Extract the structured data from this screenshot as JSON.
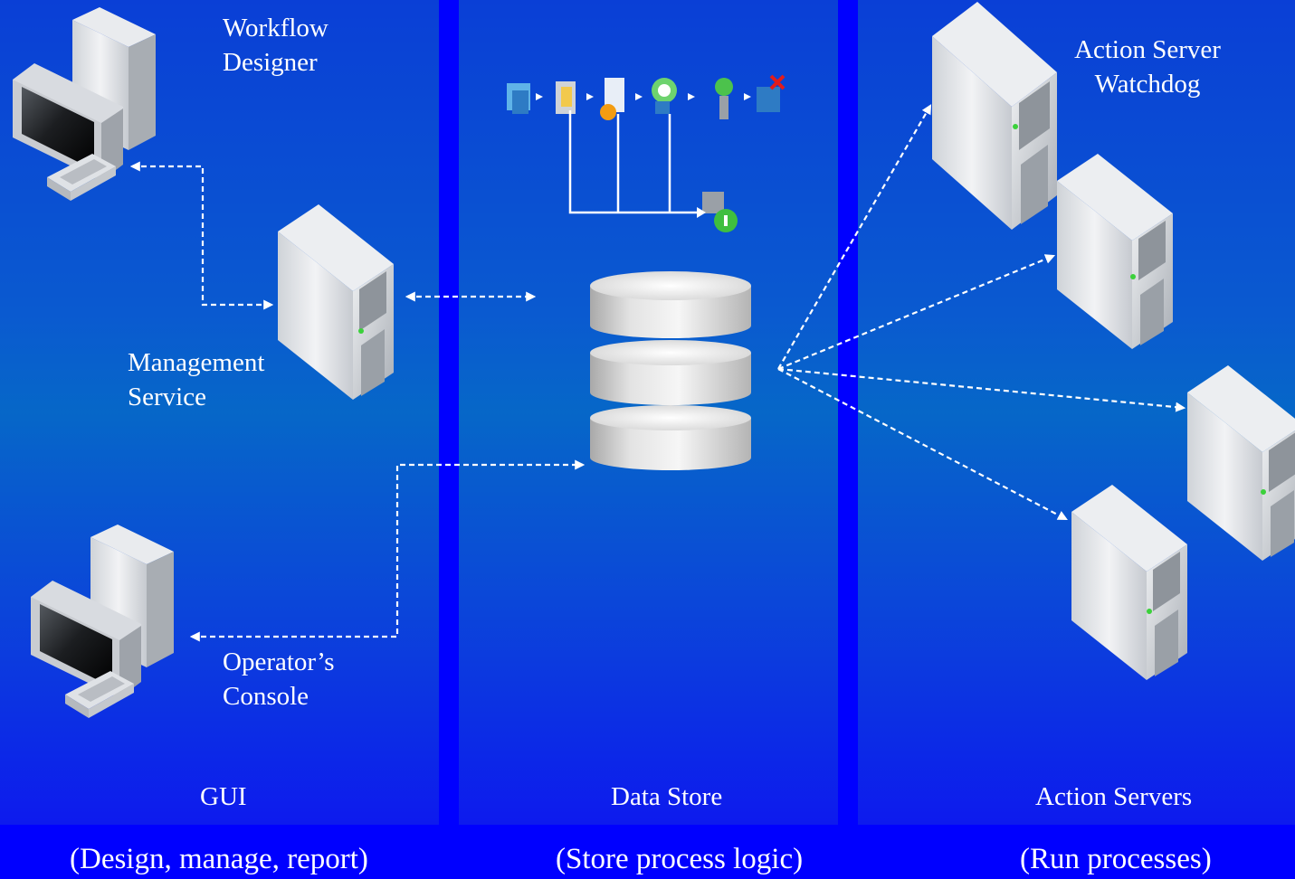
{
  "labels": {
    "workflow_designer": [
      "Workflow",
      "Designer"
    ],
    "management_service": [
      "Management",
      "Service"
    ],
    "operators_console": [
      "Operator’s",
      "Console"
    ],
    "action_server_watchdog": [
      "Action Server",
      "Watchdog"
    ]
  },
  "columns": [
    {
      "title": "GUI",
      "subtitle": "(Design, manage, report)"
    },
    {
      "title": "Data Store",
      "subtitle": "(Store process logic)"
    },
    {
      "title": "Action Servers",
      "subtitle": "(Run processes)"
    }
  ],
  "colors": {
    "background": "#0000ff",
    "panel_top": "#0a3fd6",
    "panel_mid": "#0667c8",
    "connector": "#ffffff"
  },
  "icons": [
    "desktop-computer-icon",
    "server-tower-icon",
    "database-icon",
    "workflow-action-icons"
  ]
}
